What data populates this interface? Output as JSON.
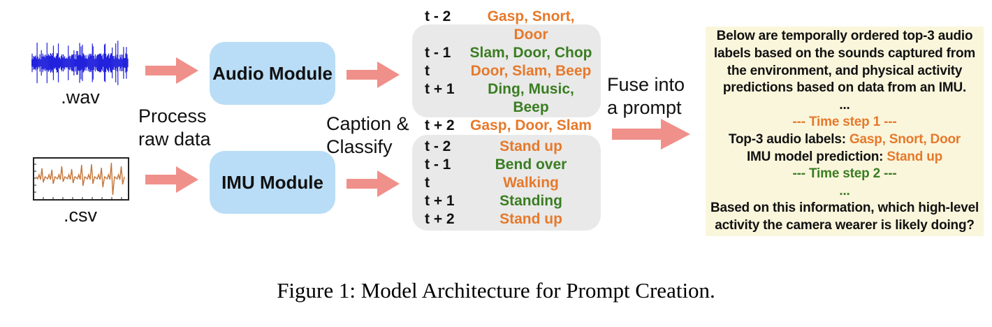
{
  "colors": {
    "orange": "#E6792B",
    "green": "#3A7D22",
    "salmon": "#F0908A",
    "blue_box": "#B9DDF6",
    "gray_box": "#E9E9E9",
    "yellow_box": "#FAF6DC",
    "waveform_blue": "#2222DD",
    "csv_line": "#C4763A"
  },
  "inputs": {
    "wav_label": ".wav",
    "csv_label": ".csv"
  },
  "step_labels": {
    "process_line1": "Process",
    "process_line2": "raw data",
    "caption_line1": "Caption &",
    "caption_line2": "Classify",
    "fuse_line1": "Fuse into",
    "fuse_line2": "a prompt"
  },
  "modules": {
    "audio": "Audio Module",
    "imu": "IMU Module"
  },
  "audio_outputs": {
    "rows": [
      {
        "time": "t - 2",
        "label": "Gasp, Snort, Door",
        "color": "orange"
      },
      {
        "time": "t - 1",
        "label": "Slam, Door, Chop",
        "color": "green"
      },
      {
        "time": "t",
        "label": "Door, Slam, Beep",
        "color": "orange"
      },
      {
        "time": "t + 1",
        "label": "Ding, Music, Beep",
        "color": "green"
      },
      {
        "time": "t + 2",
        "label": "Gasp, Door, Slam",
        "color": "orange"
      }
    ]
  },
  "imu_outputs": {
    "rows": [
      {
        "time": "t - 2",
        "label": "Stand up",
        "color": "orange"
      },
      {
        "time": "t - 1",
        "label": "Bend over",
        "color": "green"
      },
      {
        "time": "t",
        "label": "Walking",
        "color": "orange"
      },
      {
        "time": "t + 1",
        "label": "Standing",
        "color": "green"
      },
      {
        "time": "t + 2",
        "label": "Stand up",
        "color": "orange"
      }
    ]
  },
  "prompt_box": {
    "intro_lines": [
      "Below are temporally ordered top-3 audio",
      "labels based on the sounds captured from",
      "the environment, and physical activity",
      "predictions based on data from an IMU."
    ],
    "ellipsis1": "...",
    "timestep1_header": "--- Time step 1 ---",
    "audio_labels_prefix": "Top-3 audio labels: ",
    "audio_labels_value": "Gasp, Snort, Door",
    "imu_prefix": "IMU model prediction: ",
    "imu_value": "Stand up",
    "timestep2_header": "--- Time step 2 ---",
    "ellipsis2": "...",
    "question_lines": [
      "Based on this information, which high-level",
      "activity the camera wearer is likely doing?"
    ]
  },
  "figure": {
    "caption": "Figure 1: Model Architecture for Prompt Creation."
  }
}
